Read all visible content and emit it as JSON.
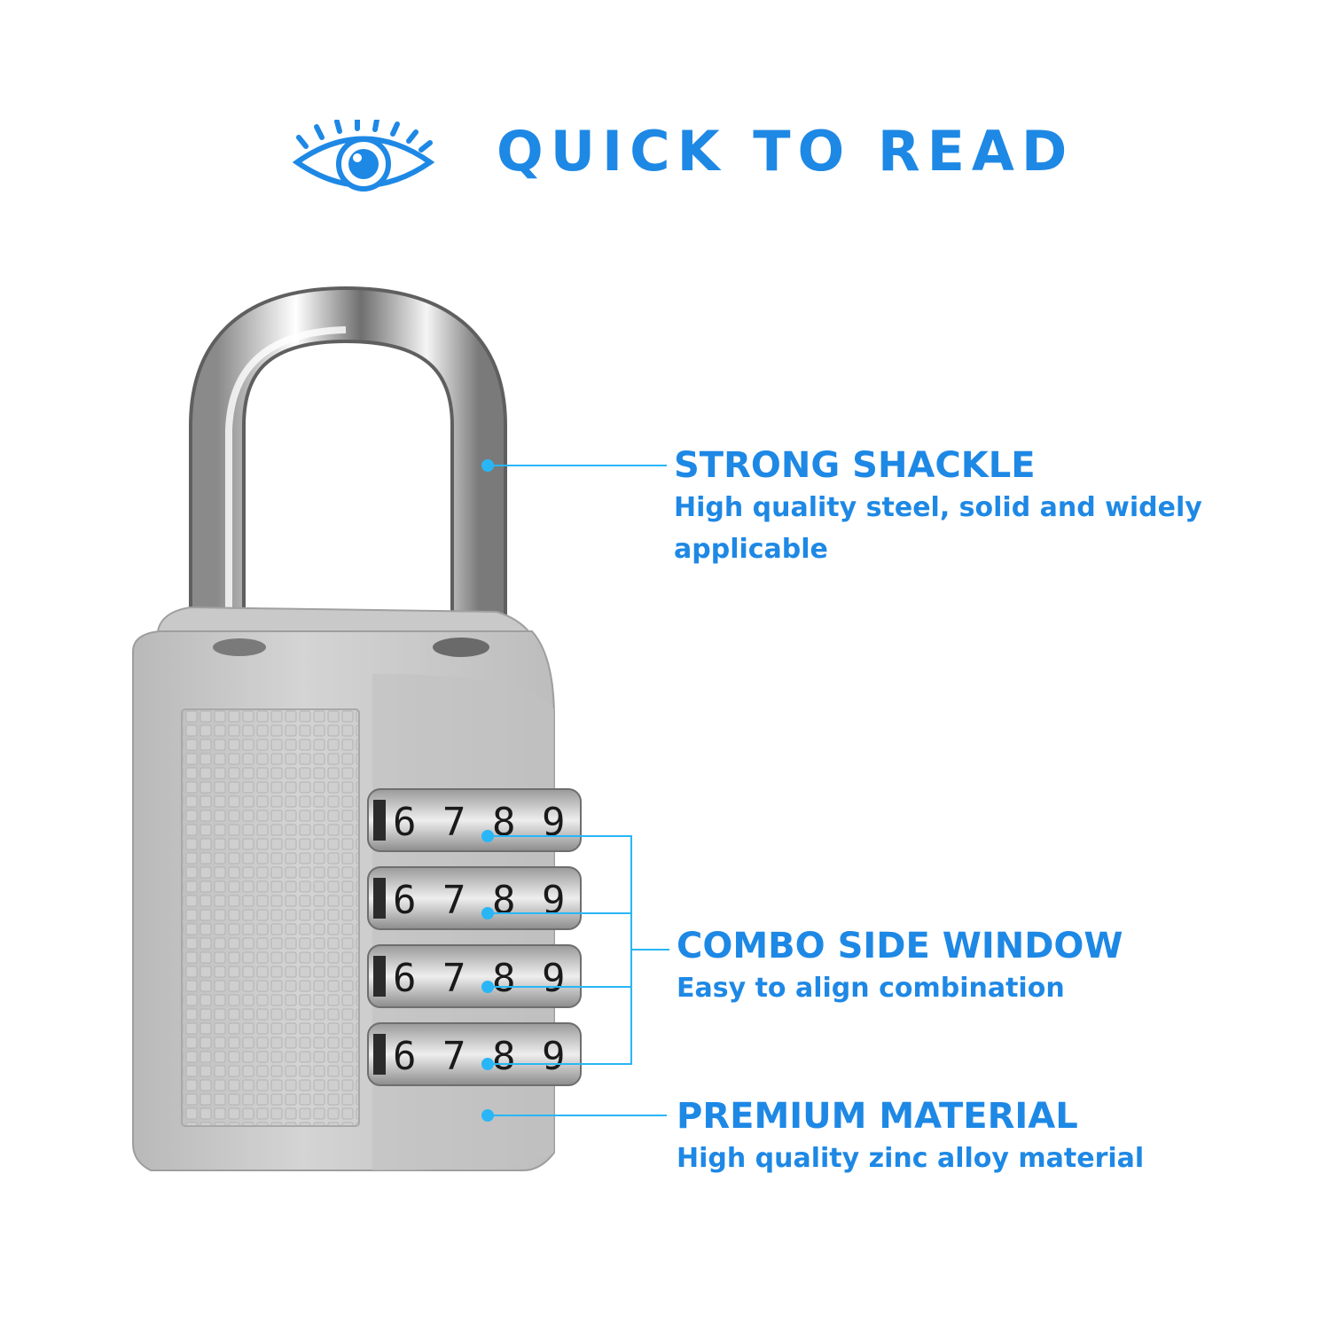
{
  "theme": {
    "accent": "#1e88e5",
    "line": "#29b6f6",
    "metal": "#c7c7c7"
  },
  "header": {
    "icon": "eye-icon",
    "title": "QUICK TO READ"
  },
  "dials": {
    "rows": [
      [
        "6",
        "7",
        "8",
        "9"
      ],
      [
        "6",
        "7",
        "8",
        "9"
      ],
      [
        "6",
        "7",
        "8",
        "9"
      ],
      [
        "6",
        "7",
        "8",
        "9"
      ]
    ]
  },
  "features": [
    {
      "title": "STRONG SHACKLE",
      "desc": "High quality steel, solid and widely applicable"
    },
    {
      "title": "COMBO SIDE WINDOW",
      "desc": "Easy to align combination"
    },
    {
      "title": "PREMIUM MATERIAL",
      "desc": "High quality zinc alloy material"
    }
  ]
}
